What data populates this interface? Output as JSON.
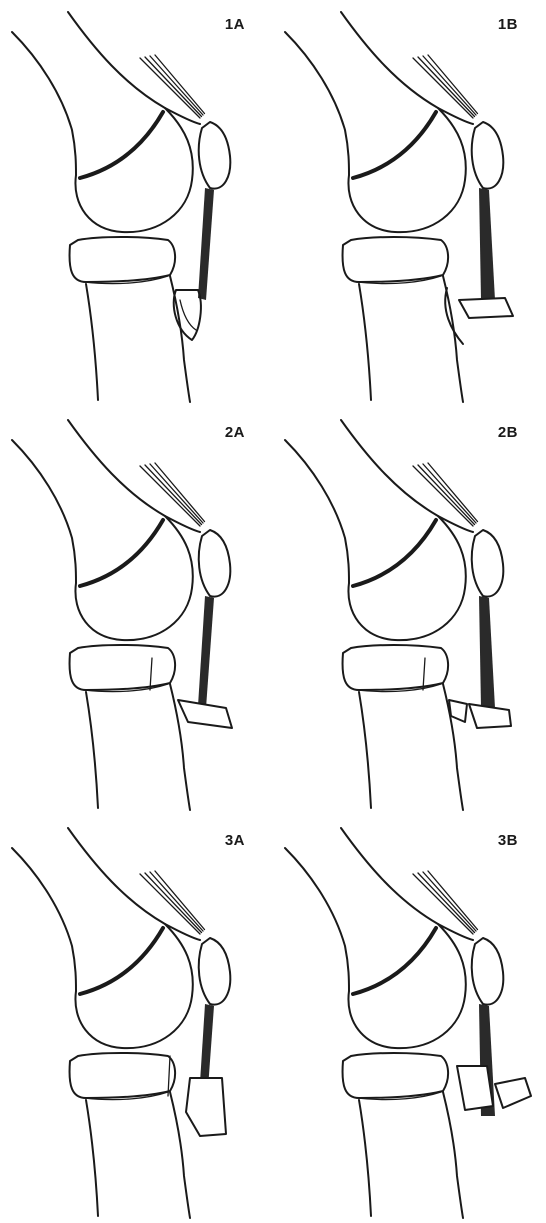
{
  "panels": [
    {
      "label": "1A",
      "variant": "1A"
    },
    {
      "label": "1B",
      "variant": "1B"
    },
    {
      "label": "2A",
      "variant": "2A"
    },
    {
      "label": "2B",
      "variant": "2B"
    },
    {
      "label": "3A",
      "variant": "3A"
    },
    {
      "label": "3B",
      "variant": "3B"
    }
  ]
}
